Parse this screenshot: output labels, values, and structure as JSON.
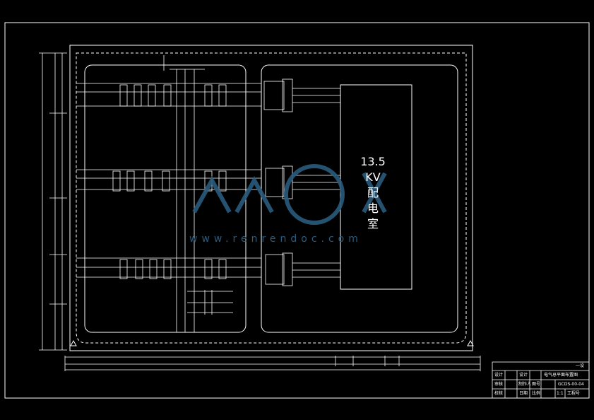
{
  "room_label": [
    "13.5",
    "KV",
    "配",
    "电",
    "室"
  ],
  "watermark": {
    "url": "www.renrendoc.com"
  },
  "title_block": {
    "top_right": "一设",
    "rows": [
      [
        "设计",
        "设计",
        "电气总平面布置图"
      ],
      [
        "审核",
        "制作人",
        "图号",
        "GCDS-00-04"
      ],
      [
        "校核",
        "日期",
        "比例",
        "1:1",
        "工程号"
      ]
    ]
  },
  "colors": {
    "background": "#000000",
    "lines": "#ffffff",
    "watermark": "#2a5b7d"
  }
}
